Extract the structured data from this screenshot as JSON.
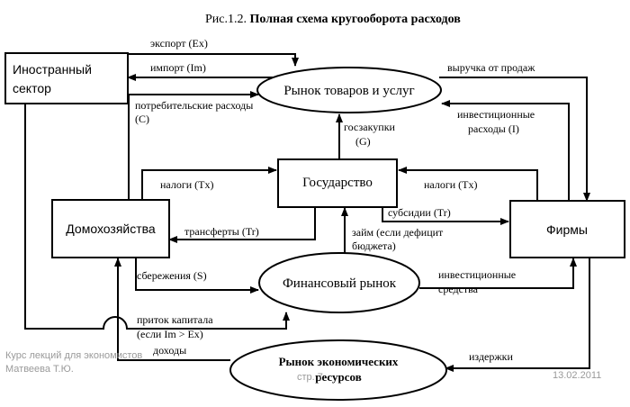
{
  "title": {
    "prefix": "Рис.1.2.",
    "text": "Полная схема кругооборота расходов"
  },
  "nodes": {
    "foreign": [
      "Иностранный",
      "сектор"
    ],
    "goods_market": "Рынок товаров и услуг",
    "government": "Государство",
    "households": "Домохозяйства",
    "firms": "Фирмы",
    "financial_market": "Финансовый рынок",
    "resource_market": [
      "Рынок экономических",
      "ресурсов"
    ]
  },
  "labels": {
    "export": "экспорт (Ex)",
    "import": "импорт (Im)",
    "consumption": [
      "потребительские расходы",
      "(C)"
    ],
    "revenue": "выручка от продаж",
    "investment": [
      "инвестиционные",
      "расходы (I)"
    ],
    "gov_purchases": [
      "госзакупки",
      "(G)"
    ],
    "taxes_households": "налоги (Tx)",
    "taxes_firms": "налоги (Tx)",
    "transfers": "трансферты (Tr)",
    "subsidies": "субсидии (Tr)",
    "loan": [
      "займ (если дефицит",
      "бюджета)"
    ],
    "savings": "сбережения (S)",
    "investment_funds": [
      "инвестиционные",
      "средства"
    ],
    "capital_inflow": [
      "приток капитала",
      "(если Im > Ex)"
    ],
    "income": "доходы",
    "costs": "издержки"
  },
  "footer": {
    "course": [
      "Курс лекций для экономистов",
      "Матвеева Т.Ю."
    ],
    "page": "стр. 7",
    "date": "13.02.2011"
  }
}
